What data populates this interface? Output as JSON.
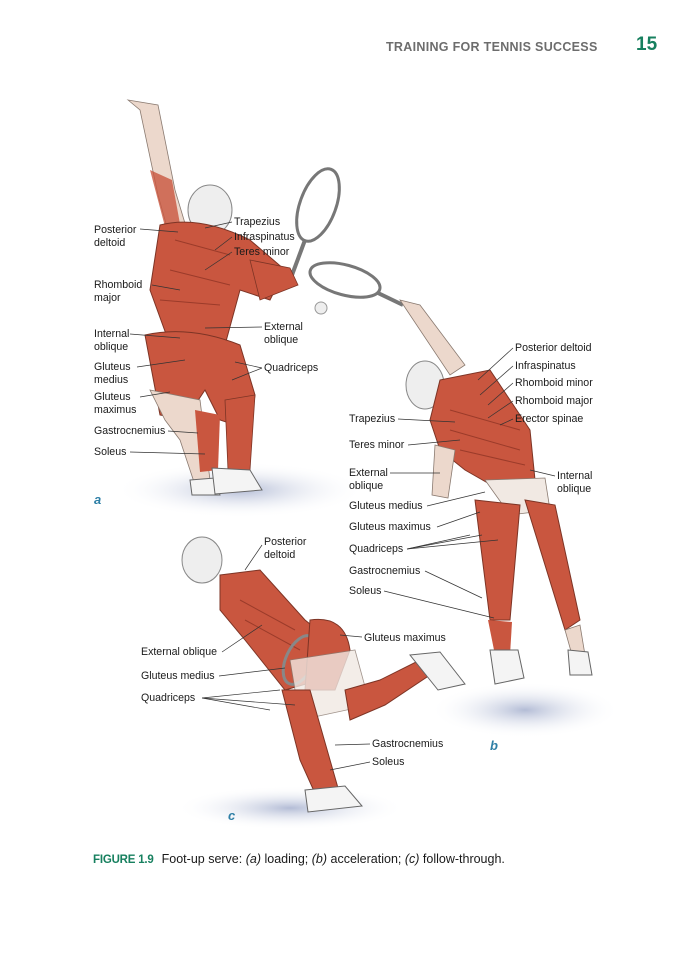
{
  "header": {
    "running_title": "TRAINING FOR TENNIS SUCCESS",
    "page_number": "15"
  },
  "figure_a": {
    "letter": "a",
    "labels": {
      "posterior_deltoid": "Posterior\ndeltoid",
      "trapezius": "Trapezius",
      "infraspinatus": "Infraspinatus",
      "teres_minor": "Teres minor",
      "rhomboid_major": "Rhomboid\nmajor",
      "internal_oblique": "Internal\noblique",
      "external_oblique": "External\noblique",
      "gluteus_medius": "Gluteus\nmedius",
      "quadriceps": "Quadriceps",
      "gluteus_maximus": "Gluteus\nmaximus",
      "gastrocnemius": "Gastrocnemius",
      "soleus": "Soleus"
    }
  },
  "figure_b": {
    "letter": "b",
    "labels": {
      "posterior_deltoid": "Posterior deltoid",
      "infraspinatus": "Infraspinatus",
      "rhomboid_minor": "Rhomboid minor",
      "rhomboid_major": "Rhomboid major",
      "trapezius": "Trapezius",
      "erector_spinae": "Erector spinae",
      "teres_minor": "Teres minor",
      "external_oblique": "External\noblique",
      "internal_oblique": "Internal\noblique",
      "gluteus_medius": "Gluteus medius",
      "gluteus_maximus": "Gluteus maximus",
      "quadriceps": "Quadriceps",
      "gastrocnemius": "Gastrocnemius",
      "soleus": "Soleus"
    }
  },
  "figure_c": {
    "letter": "c",
    "labels": {
      "posterior_deltoid": "Posterior\ndeltoid",
      "external_oblique": "External oblique",
      "gluteus_maximus": "Gluteus maximus",
      "gluteus_medius": "Gluteus medius",
      "quadriceps": "Quadriceps",
      "gastrocnemius": "Gastrocnemius",
      "soleus": "Soleus"
    }
  },
  "caption": {
    "figure_label": "FIGURE 1.9",
    "lead": "Foot-up serve: ",
    "a_tag": "(a)",
    "a_text": " loading; ",
    "b_tag": "(b)",
    "b_text": " acceleration; ",
    "c_tag": "(c)",
    "c_text": " follow-through."
  },
  "colors": {
    "muscle": "#c9563f",
    "skin": "#ecd8cc",
    "accent_green": "#17805f",
    "subfig_blue": "#2e7fa6"
  }
}
